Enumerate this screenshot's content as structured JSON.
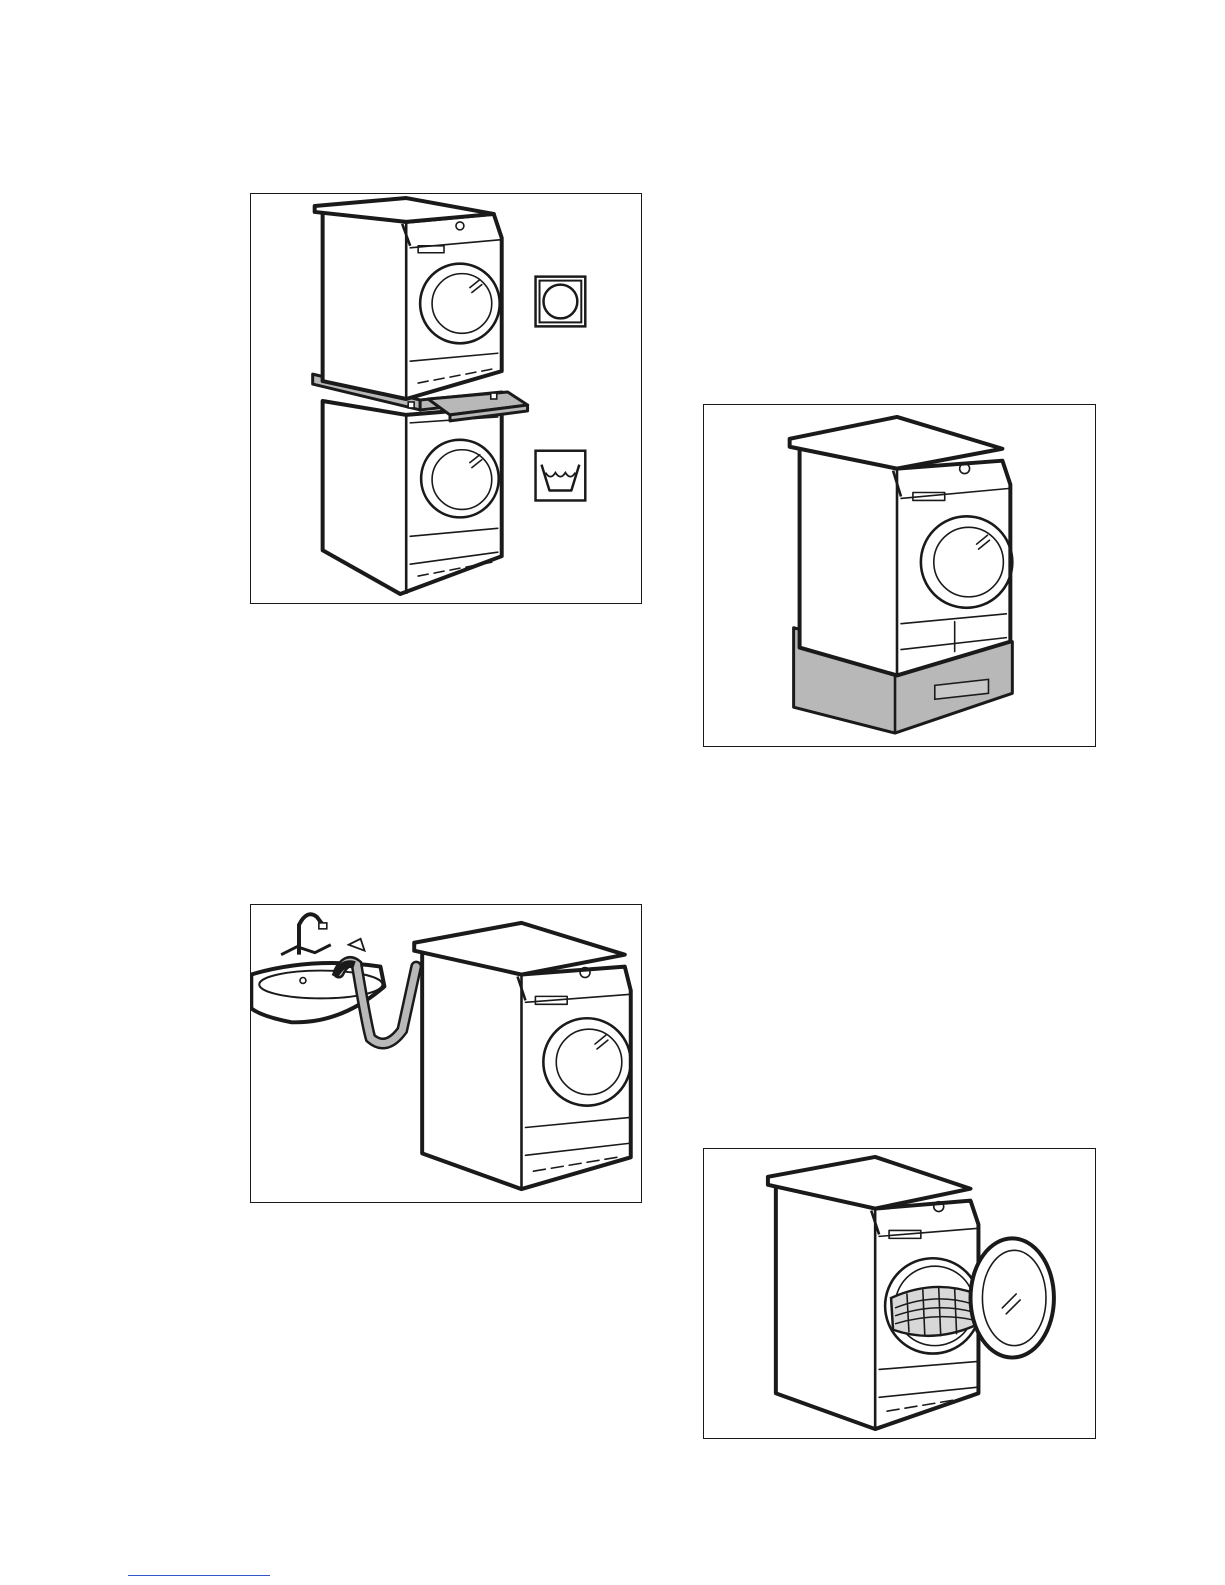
{
  "page": {
    "figures": [
      {
        "id": "stacked-installation",
        "icons": [
          "tumble-dryer-symbol",
          "washing-machine-symbol"
        ]
      },
      {
        "id": "pedestal-installation",
        "icons": []
      },
      {
        "id": "drain-hose-to-sink",
        "icons": []
      },
      {
        "id": "open-door-with-basket",
        "icons": []
      }
    ],
    "colors": {
      "line": "#1a1a1a",
      "accessory_gray": "#b8b8b8",
      "link": "#3355cc"
    }
  }
}
